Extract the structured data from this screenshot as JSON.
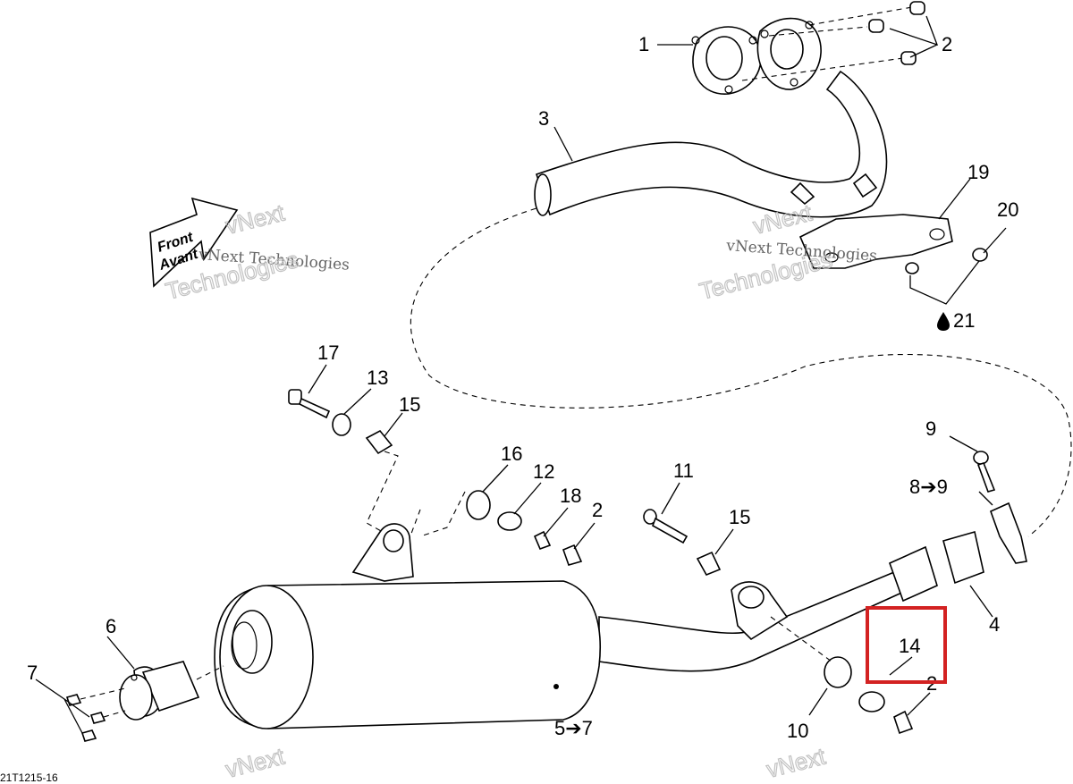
{
  "diagram": {
    "callouts": [
      {
        "id": "c1",
        "text": "1"
      },
      {
        "id": "c2a",
        "text": "2"
      },
      {
        "id": "c3",
        "text": "3"
      },
      {
        "id": "c19",
        "text": "19"
      },
      {
        "id": "c20",
        "text": "20"
      },
      {
        "id": "c21",
        "text": "21"
      },
      {
        "id": "c17",
        "text": "17"
      },
      {
        "id": "c13",
        "text": "13"
      },
      {
        "id": "c15a",
        "text": "15"
      },
      {
        "id": "c16",
        "text": "16"
      },
      {
        "id": "c12",
        "text": "12"
      },
      {
        "id": "c18",
        "text": "18"
      },
      {
        "id": "c2b",
        "text": "2"
      },
      {
        "id": "c11",
        "text": "11"
      },
      {
        "id": "c15b",
        "text": "15"
      },
      {
        "id": "c9",
        "text": "9"
      },
      {
        "id": "c8",
        "text": "8➔9"
      },
      {
        "id": "c4",
        "text": "4"
      },
      {
        "id": "c14",
        "text": "14"
      },
      {
        "id": "c2c",
        "text": "2"
      },
      {
        "id": "c6",
        "text": "6"
      },
      {
        "id": "c7",
        "text": "7"
      },
      {
        "id": "c5",
        "text": "5➔7"
      },
      {
        "id": "c10",
        "text": "10"
      }
    ],
    "front_arrow": {
      "line1": "Front",
      "line2": "Avant"
    },
    "drawing_code": "21T1215-16",
    "watermark_small": "vNext Technologies",
    "watermark_large_1": "vNext",
    "watermark_large_2": "Technologies",
    "highlight_color": "#d32222"
  }
}
